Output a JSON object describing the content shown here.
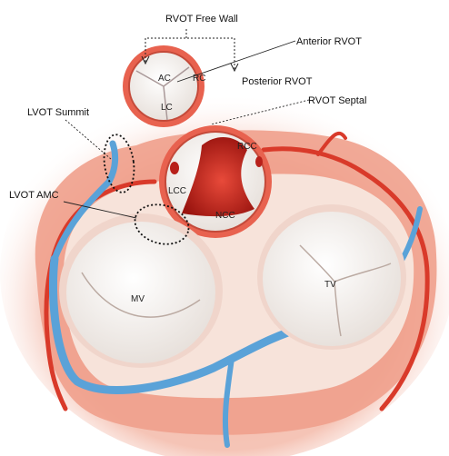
{
  "labels": {
    "rvot_free_wall": "RVOT Free Wall",
    "anterior_rvot": "Anterior RVOT",
    "posterior_rvot": "Posterior RVOT",
    "rvot_septal": "RVOT Septal",
    "lvot_summit": "LVOT Summit",
    "lvot_amc": "LVOT AMC"
  },
  "pulmonary_valve": {
    "ac": "AC",
    "rc": "RC",
    "lc": "LC"
  },
  "aortic_valve": {
    "rcc": "RCC",
    "lcc": "LCC",
    "ncc": "NCC"
  },
  "mitral_valve": "MV",
  "tricuspid_valve": "TV",
  "colors": {
    "muscle_outer": "#f3b7a8",
    "muscle": "#e8624f",
    "artery": "#d93a2a",
    "vein": "#5aa2d8",
    "valve_tissue": "#f3ece6",
    "aortic_interior": "#c8231c"
  }
}
